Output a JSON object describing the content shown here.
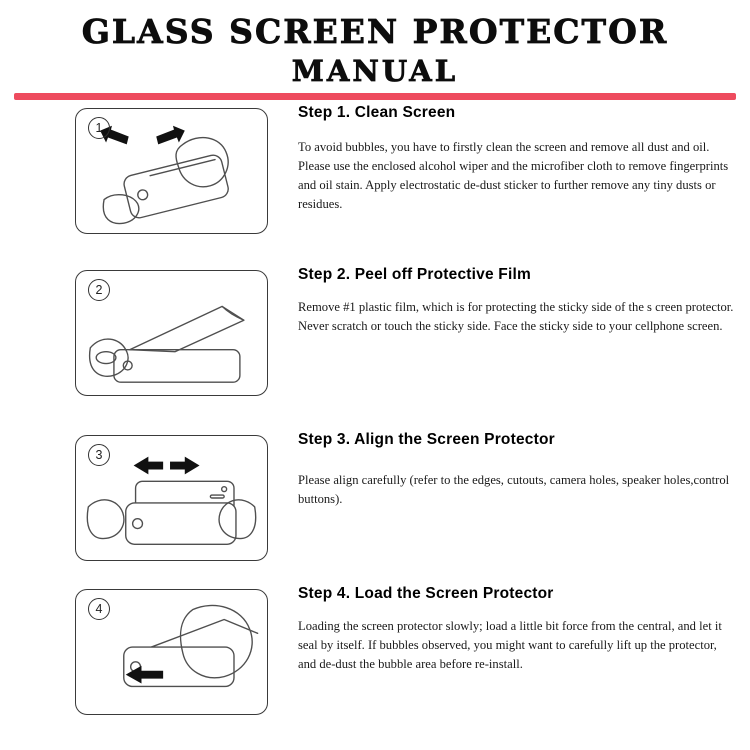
{
  "page": {
    "title_line1": "GLASS SCREEN PROTECTOR",
    "title_line2": "MANUAL",
    "accent_color": "#ee4b5e"
  },
  "steps": [
    {
      "number": "1",
      "heading": "Step 1. Clean Screen",
      "body": "To avoid bubbles, you have to firstly clean the screen and remove all dust and oil. Please use the enclosed alcohol wiper and the microfiber cloth to remove fingerprints and oil stain. Apply electrostatic de-dust sticker to further remove any tiny dusts or residues."
    },
    {
      "number": "2",
      "heading": "Step 2. Peel off Protective Film",
      "body": "Remove #1 plastic film, which is for protecting the sticky side of the s creen protector. Never scratch or touch the sticky side. Face the sticky side to your cellphone screen."
    },
    {
      "number": "3",
      "heading": "Step 3. Align the Screen Protector",
      "body": "Please align carefully (refer to the edges, cutouts, camera holes, speaker holes,control buttons)."
    },
    {
      "number": "4",
      "heading": "Step 4. Load the Screen Protector",
      "body": "Loading the screen protector slowly; load a little bit force from the central, and let it seal by itself. If bubbles observed, you might want to carefully lift up the protector, and de-dust the bubble area before re-install."
    }
  ]
}
